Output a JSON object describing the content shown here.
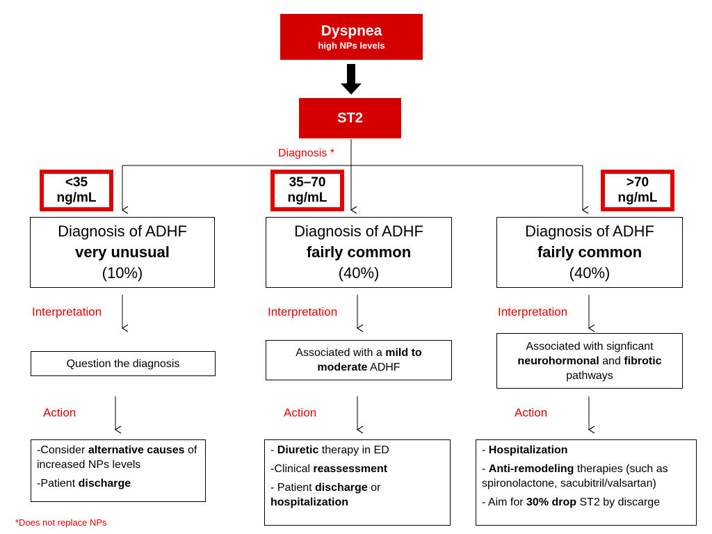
{
  "top": {
    "title": "Dyspnea",
    "subtitle": "high NPs levels"
  },
  "st2": {
    "label": "ST2"
  },
  "diagnosis_label": "Diagnosis *",
  "footnote": "*Does not replace NPs",
  "colors": {
    "accent": "#d40000",
    "label": "#e00000"
  },
  "columns": [
    {
      "threshold": {
        "line1": "<35",
        "line2": "ng/mL"
      },
      "diagnosis": {
        "line1": "Diagnosis of ADHF",
        "line2": "very unusual",
        "line3": "(10%)"
      },
      "interpretation_label": "Interpretation",
      "interpretation": {
        "text": "Question the diagnosis"
      },
      "action_label": "Action",
      "actions": {
        "a1_pre": "-Consider ",
        "a1_bold": "alternative causes",
        "a1_post": " of increased NPs levels",
        "a2_pre": "-Patient ",
        "a2_bold": "discharge"
      }
    },
    {
      "threshold": {
        "line1": "35–70",
        "line2": "ng/mL"
      },
      "diagnosis": {
        "line1": "Diagnosis of ADHF",
        "line2": "fairly common",
        "line3": "(40%)"
      },
      "interpretation_label": "Interpretation",
      "interpretation": {
        "pre": "Associated with a ",
        "bold": "mild to moderate",
        "post": " ADHF"
      },
      "action_label": "Action",
      "actions": {
        "a1_pre": "- ",
        "a1_bold": "Diuretic",
        "a1_post": " therapy in ED",
        "a2_pre": "-Clinical ",
        "a2_bold": "reassessment",
        "a3_pre": "- Patient ",
        "a3_bold": "discharge",
        "a3_mid": " or ",
        "a3_bold2": "hospitalization"
      }
    },
    {
      "threshold": {
        "line1": ">70",
        "line2": "ng/mL"
      },
      "diagnosis": {
        "line1": "Diagnosis of ADHF",
        "line2": "fairly common",
        "line3": "(40%)"
      },
      "interpretation_label": "Interpretation",
      "interpretation": {
        "pre": "Associated with signficant ",
        "bold1": "neurohormonal",
        "mid": " and ",
        "bold2": "fibrotic",
        "post": " pathways"
      },
      "action_label": "Action",
      "actions": {
        "a1_pre": "- ",
        "a1_bold": "Hospitalization",
        "a2_pre": "- ",
        "a2_bold": "Anti-remodeling",
        "a2_post": " therapies (such as spironolactone, sacubitril/valsartan)",
        "a3_pre": "- Aim for ",
        "a3_bold": "30% drop",
        "a3_post": " ST2 by discarge"
      }
    }
  ]
}
